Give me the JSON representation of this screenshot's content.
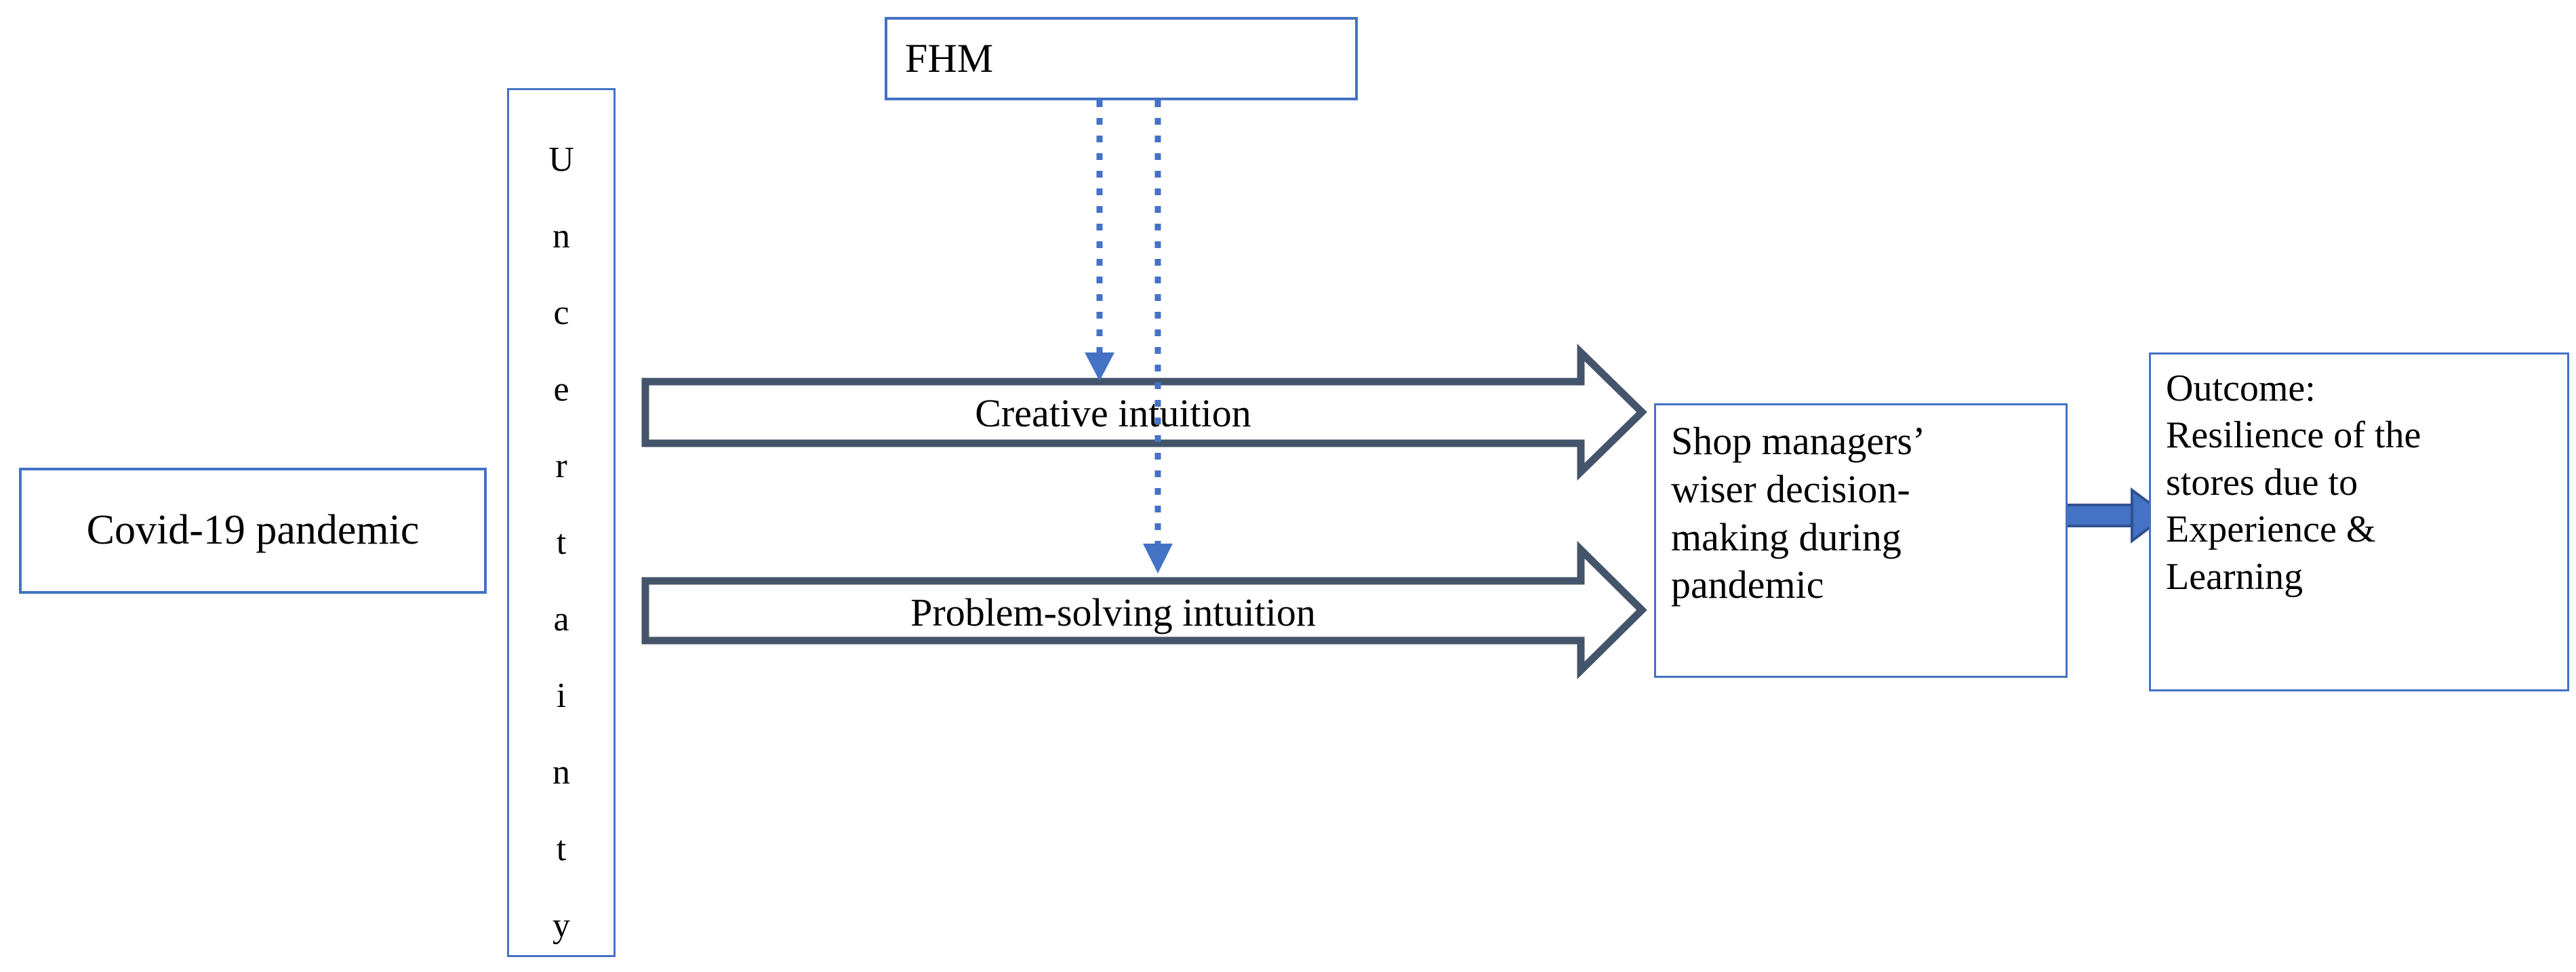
{
  "diagram": {
    "title": "Conceptual framework: Covid-19 pandemic, uncertainty, intuition and store resilience",
    "colors": {
      "box_border_blue": "#4472C4",
      "block_arrow_outline": "#44546A",
      "dotted_connector_blue": "#4472C4",
      "solid_connector_blue": "#3A6EB5",
      "text_black": "#000000",
      "background": "#FFFFFF"
    },
    "nodes": {
      "covid": {
        "label": "Covid-19 pandemic",
        "shape": "rectangle"
      },
      "uncertainty": {
        "label": "Uncertainty",
        "letters": [
          "U",
          "n",
          "c",
          "e",
          "r",
          "t",
          "a",
          "i",
          "n",
          "t",
          "y"
        ],
        "shape": "tall-rectangle",
        "orientation": "vertical-stacked-letters"
      },
      "fhm": {
        "label": "FHM",
        "shape": "rectangle"
      },
      "shop_managers": {
        "label": "Shop managers’ wiser decision-making during pandemic",
        "lines": [
          "Shop managers’",
          "wiser decision-",
          "making during",
          "pandemic"
        ],
        "shape": "rectangle"
      },
      "outcome": {
        "label": "Outcome: Resilience of the stores due to Experience & Learning",
        "lines": [
          "Outcome:",
          "Resilience of the",
          "stores due to",
          "Experience &",
          "Learning"
        ],
        "shape": "rectangle"
      }
    },
    "arrows": {
      "creative": {
        "label": "Creative intuition",
        "style": "block-arrow-outline",
        "direction": "right",
        "from": "uncertainty",
        "to": "shop_managers"
      },
      "problem_solving": {
        "label": "Problem-solving intuition",
        "style": "block-arrow-outline",
        "direction": "right",
        "from": "uncertainty",
        "to": "shop_managers"
      },
      "fhm_to_creative": {
        "label": "",
        "style": "dotted",
        "direction": "down",
        "from": "fhm",
        "to": "creative"
      },
      "fhm_to_problem_solving": {
        "label": "",
        "style": "dotted",
        "direction": "down",
        "from": "fhm",
        "to": "problem_solving"
      },
      "shop_to_outcome": {
        "label": "",
        "style": "solid-filled",
        "direction": "right",
        "from": "shop_managers",
        "to": "outcome"
      }
    }
  }
}
